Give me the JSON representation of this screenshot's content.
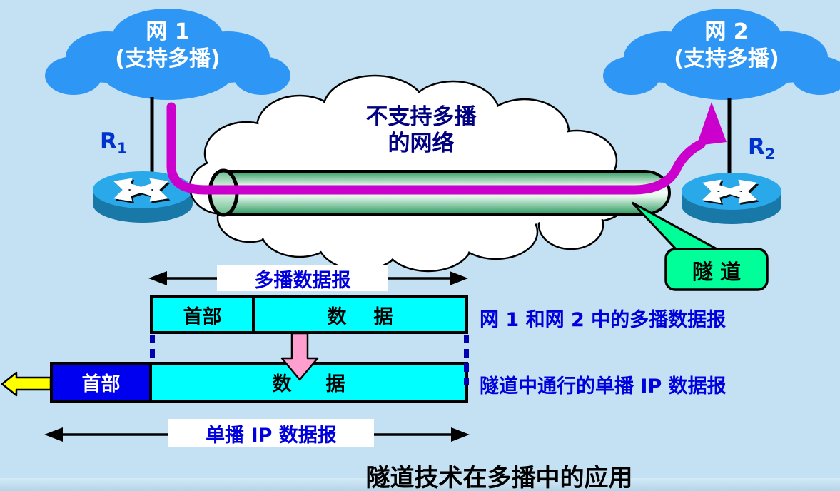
{
  "clouds": {
    "net1_line1": "网 1",
    "net1_line2": "(支持多播)",
    "net2_line1": "网 2",
    "net2_line2": "(支持多播)",
    "center_line1": "不支持多播",
    "center_line2": "的网络"
  },
  "routers": {
    "r1_base": "R",
    "r1_sub": "1",
    "r2_base": "R",
    "r2_sub": "2"
  },
  "tunnel": {
    "label": "隧 道"
  },
  "packets": {
    "top_span_label": "多播数据报",
    "row1_header": "首部",
    "row1_data_left": "数",
    "row1_data_right": "据",
    "row1_caption": "网 1 和网 2 中的多播数据报",
    "row2_header": "首部",
    "row2_data_left": "数",
    "row2_data_right": "据",
    "row2_caption": "隧道中通行的单播 IP 数据报",
    "bottom_span_label": "单播 IP 数据报"
  },
  "title": "隧道技术在多播中的应用",
  "colors": {
    "background": "#C4E1F3",
    "cloud_blue": "#2E96F4",
    "navy_text": "#000080",
    "blue_text": "#0000DD",
    "label_blue": "#0033CC",
    "cyan_box": "#00FFFF",
    "blue_box": "#0000F0",
    "callout_green": "#00FF99",
    "magenta": "#CC00CC",
    "pink_arrow": "#FF9FCF",
    "yellow_arrow": "#FFFF00",
    "router_top": "#29A9E9",
    "router_side": "#1878A8",
    "dash_navy": "#0000B0"
  }
}
